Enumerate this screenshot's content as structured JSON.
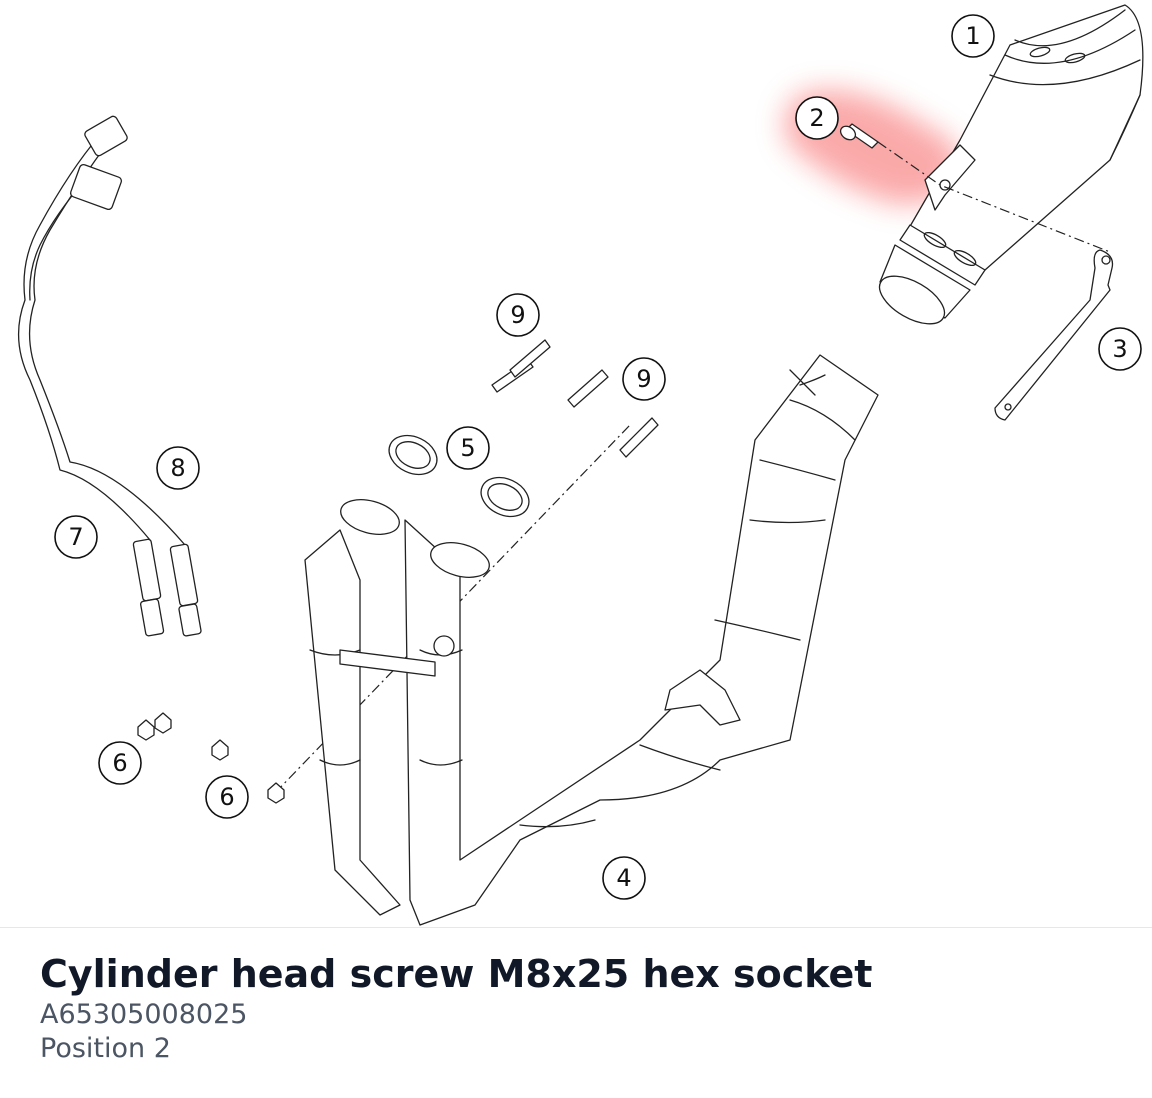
{
  "part": {
    "title": "Cylinder head screw M8x25 hex socket",
    "number": "A65305008025",
    "position": "Position 2"
  },
  "highlight_color": "#f87171",
  "callouts": [
    {
      "label": "1"
    },
    {
      "label": "2"
    },
    {
      "label": "3"
    },
    {
      "label": "4"
    },
    {
      "label": "5"
    },
    {
      "label": "6"
    },
    {
      "label": "6"
    },
    {
      "label": "7"
    },
    {
      "label": "8"
    },
    {
      "label": "9"
    },
    {
      "label": "9"
    }
  ]
}
